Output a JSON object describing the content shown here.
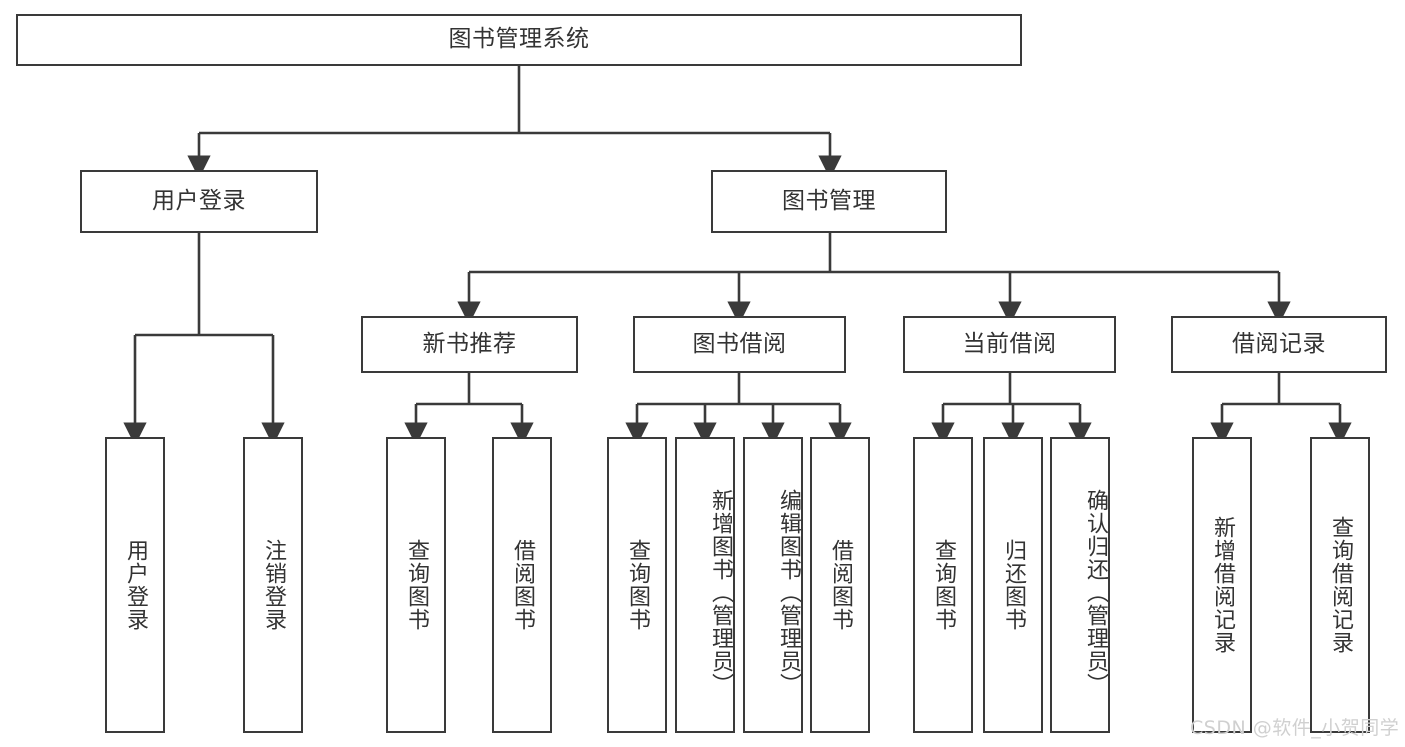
{
  "diagram": {
    "title_node": {
      "label": "图书管理系统"
    },
    "level2": [
      {
        "id": "user-login",
        "label": "用户登录"
      },
      {
        "id": "book-management",
        "label": "图书管理"
      }
    ],
    "level3": [
      {
        "id": "new-book-recommend",
        "label": "新书推荐"
      },
      {
        "id": "book-borrow",
        "label": "图书借阅"
      },
      {
        "id": "current-borrow",
        "label": "当前借阅"
      },
      {
        "id": "borrow-record",
        "label": "借阅记录"
      }
    ],
    "leaves": {
      "user_login": [
        {
          "id": "leaf-user-login",
          "label": "用户登录"
        },
        {
          "id": "leaf-user-logout",
          "label": "注销登录"
        }
      ],
      "new_book_recommend": [
        {
          "id": "leaf-query-book-1",
          "label": "查询图书"
        },
        {
          "id": "leaf-borrow-book-1",
          "label": "借阅图书"
        }
      ],
      "book_borrow": [
        {
          "id": "leaf-query-book-2",
          "label": "查询图书"
        },
        {
          "id": "leaf-add-book",
          "label": "新增图书（管理员）"
        },
        {
          "id": "leaf-edit-book",
          "label": "编辑图书（管理员）"
        },
        {
          "id": "leaf-borrow-book-2",
          "label": "借阅图书"
        }
      ],
      "current_borrow": [
        {
          "id": "leaf-query-book-3",
          "label": "查询图书"
        },
        {
          "id": "leaf-return-book",
          "label": "归还图书"
        },
        {
          "id": "leaf-confirm-return",
          "label": "确认归还（管理员）"
        }
      ],
      "borrow_record": [
        {
          "id": "leaf-add-record",
          "label": "新增借阅记录"
        },
        {
          "id": "leaf-query-record",
          "label": "查询借阅记录"
        }
      ]
    }
  },
  "watermark": {
    "text": "CSDN @软件_小贺同学"
  },
  "colors": {
    "border": "#3a3a3a",
    "text": "#333333",
    "background": "#ffffff",
    "watermark": "#d0d0d0"
  }
}
